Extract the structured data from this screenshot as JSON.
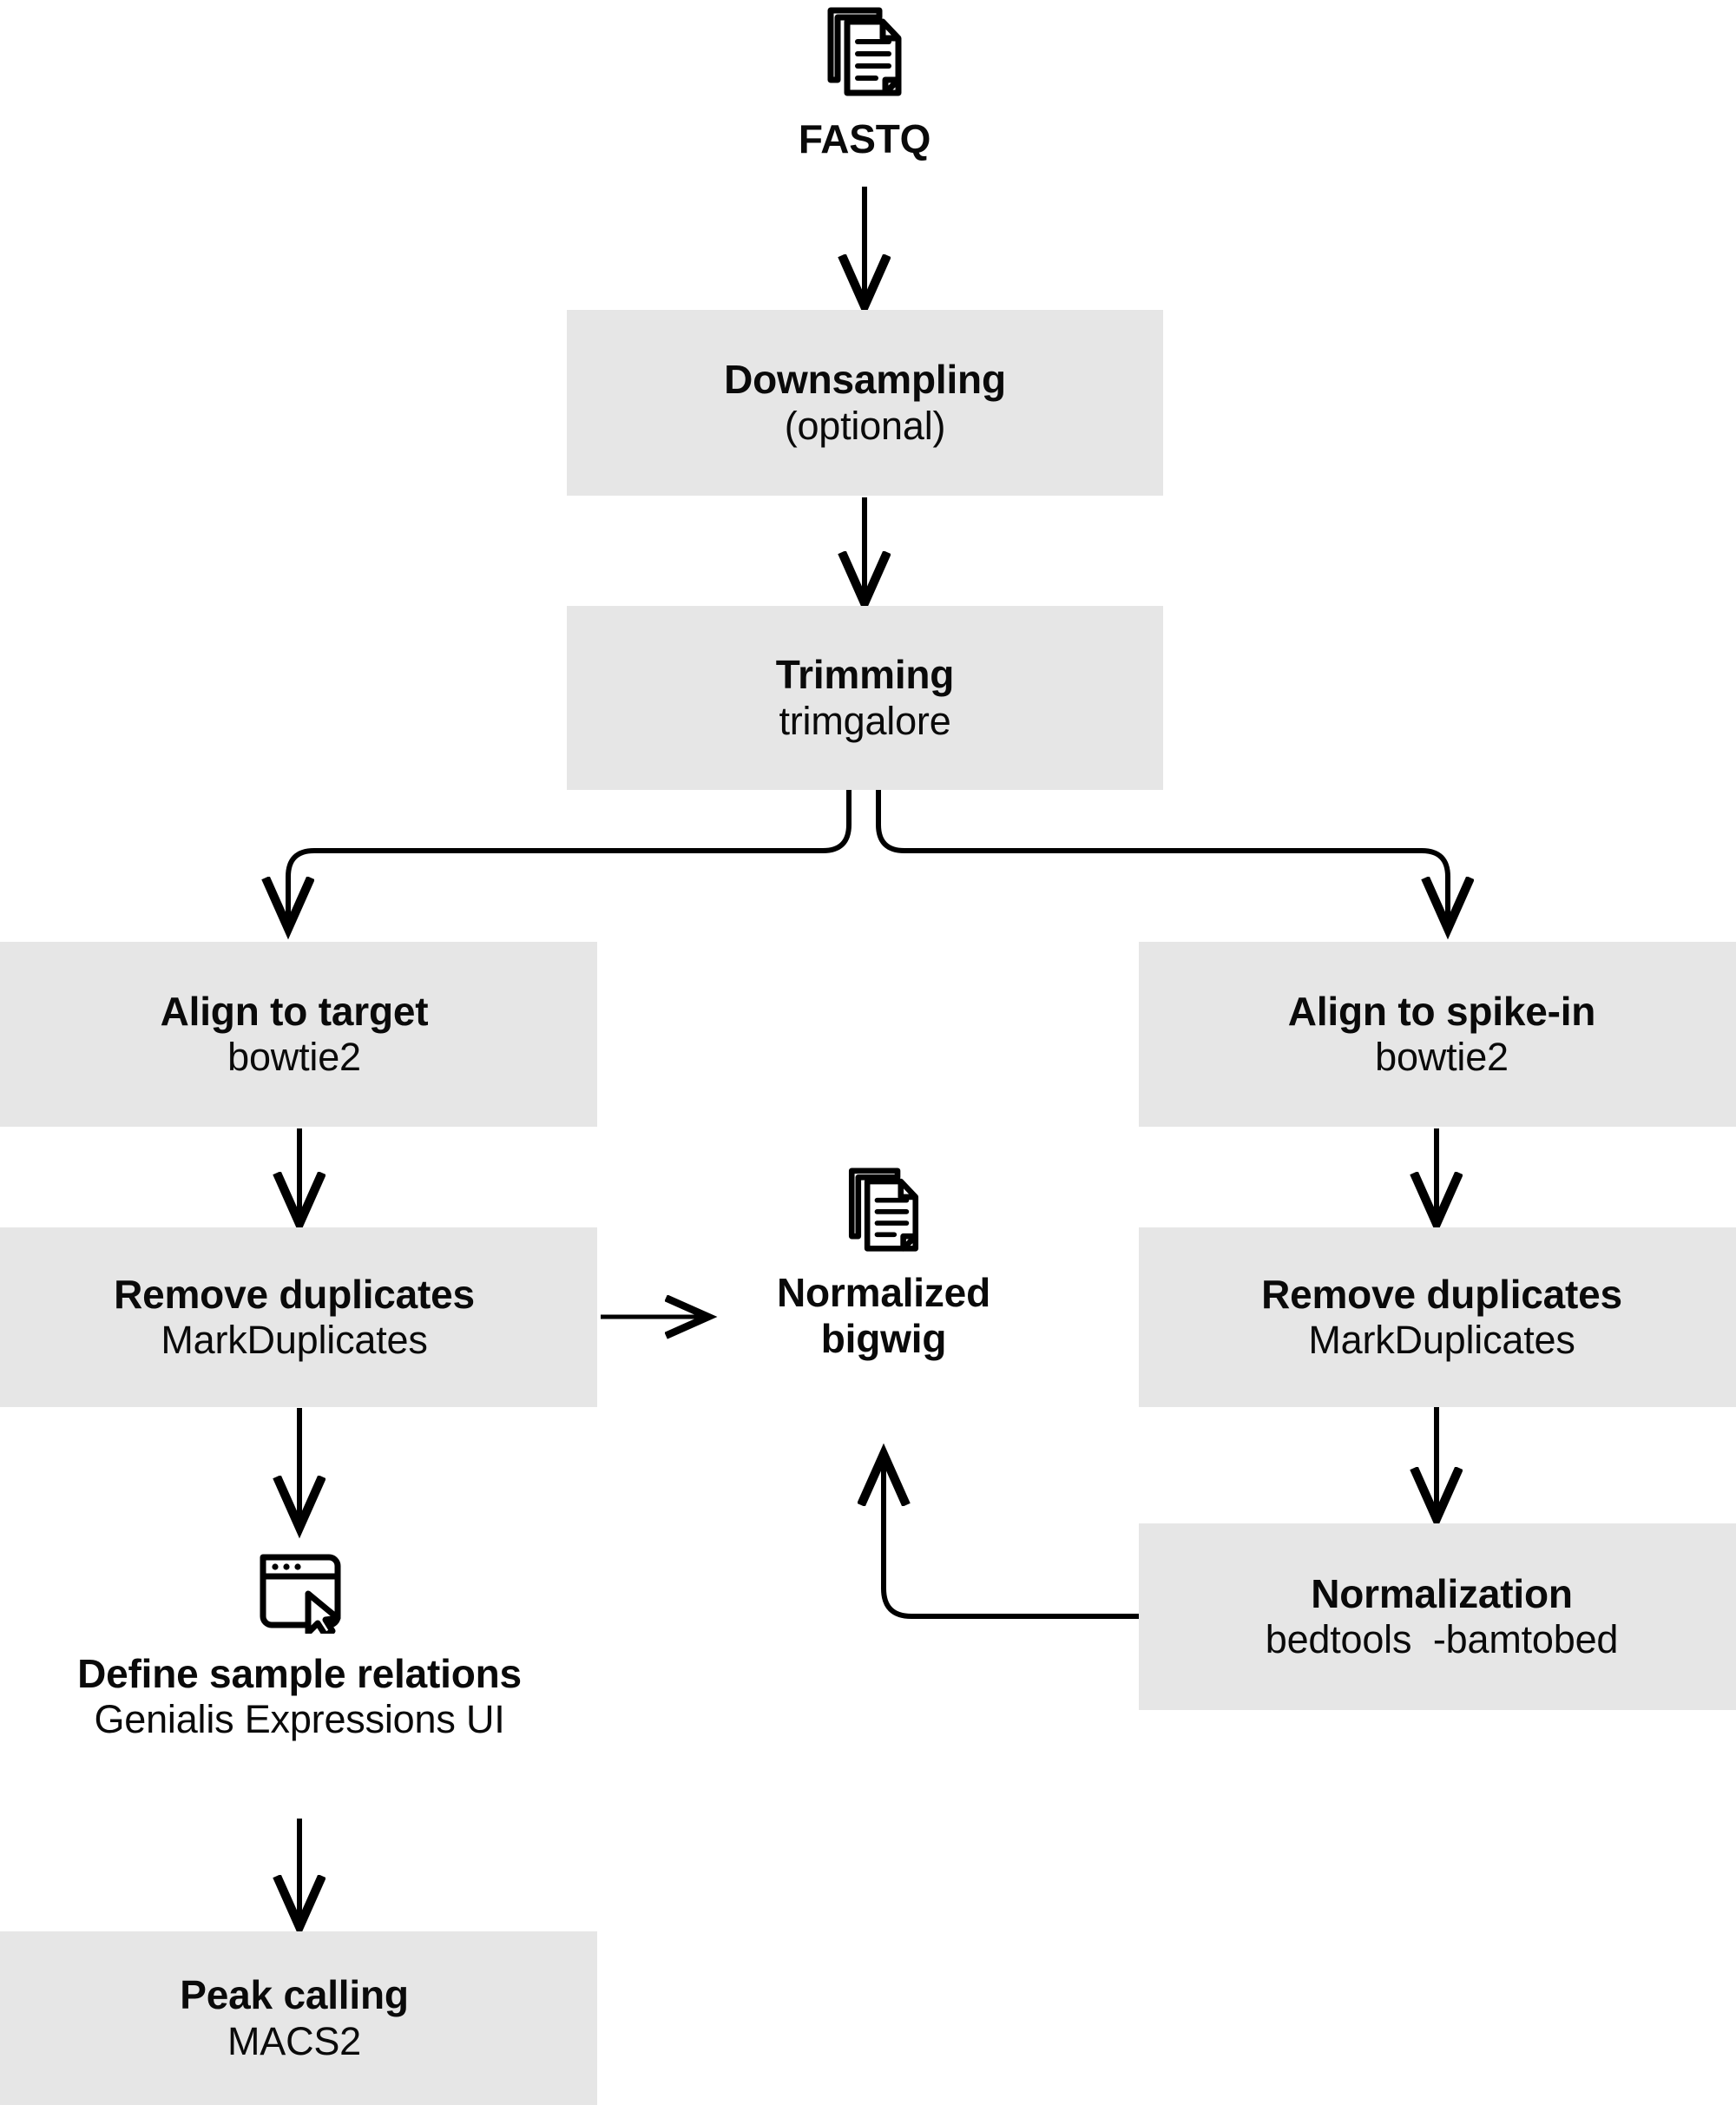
{
  "diagram": {
    "title": "ChIP-seq / CUT&RUN processing pipeline flowchart",
    "box_fill": "#e6e6e6",
    "line_color": "#000000",
    "background": "#ffffff"
  },
  "nodes": {
    "fastq": {
      "label": "FASTQ",
      "icon": "documents-icon"
    },
    "downsampling": {
      "title": "Downsampling",
      "subtitle": "(optional)"
    },
    "trimming": {
      "title": "Trimming",
      "subtitle": "trimgalore"
    },
    "align_target": {
      "title": "Align to target",
      "subtitle": "bowtie2"
    },
    "align_spikein": {
      "title": "Align to spike-in",
      "subtitle": "bowtie2"
    },
    "remove_dup_left": {
      "title": "Remove duplicates",
      "subtitle": "MarkDuplicates"
    },
    "remove_dup_right": {
      "title": "Remove duplicates",
      "subtitle": "MarkDuplicates"
    },
    "normalized_bigwig": {
      "line1": "Normalized",
      "line2": "bigwig",
      "icon": "documents-icon"
    },
    "normalization": {
      "title": "Normalization",
      "subtitle": "bedtools  -bamtobed"
    },
    "define_relations": {
      "title": "Define sample relations",
      "subtitle": "Genialis Expressions UI",
      "icon": "browser-cursor-icon"
    },
    "peak_calling": {
      "title": "Peak calling",
      "subtitle": "MACS2"
    }
  },
  "edges": [
    {
      "from": "fastq",
      "to": "downsampling"
    },
    {
      "from": "downsampling",
      "to": "trimming"
    },
    {
      "from": "trimming",
      "to": "align_target"
    },
    {
      "from": "trimming",
      "to": "align_spikein"
    },
    {
      "from": "align_target",
      "to": "remove_dup_left"
    },
    {
      "from": "align_spikein",
      "to": "remove_dup_right"
    },
    {
      "from": "remove_dup_left",
      "to": "normalized_bigwig"
    },
    {
      "from": "remove_dup_right",
      "to": "normalization"
    },
    {
      "from": "normalization",
      "to": "normalized_bigwig"
    },
    {
      "from": "remove_dup_left",
      "to": "define_relations"
    },
    {
      "from": "define_relations",
      "to": "peak_calling"
    }
  ]
}
